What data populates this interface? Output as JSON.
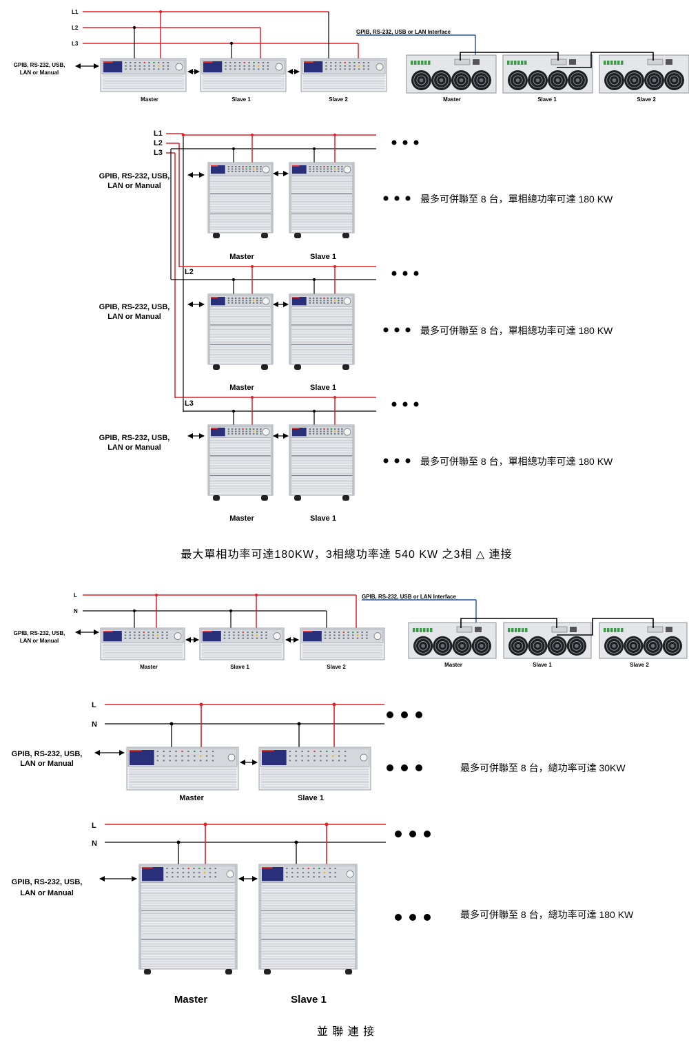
{
  "top3": {
    "lines": [
      "L1",
      "L2",
      "L3"
    ],
    "interface": "GPIB, RS-232, USB,\nLAN or Manual",
    "units": [
      "Master",
      "Slave 1",
      "Slave 2"
    ],
    "rear_interface": "GPIB, RS-232, USB or  LAN Interface",
    "rear_units": [
      "Master",
      "Slave 1",
      "Slave 2"
    ]
  },
  "delta": {
    "top_lines": [
      "L1",
      "L2",
      "L3"
    ],
    "mid_line": "L2",
    "bottom_line": "L3",
    "interface": "GPIB, RS-232, USB,\nLAN or Manual",
    "units": [
      "Master",
      "Slave 1"
    ],
    "note": "最多可併聯至 8 台，單相總功率可達 180 KW",
    "caption": "最大單相功率可達180KW，3相總功率達 540 KW 之3相 △ 連接"
  },
  "single": {
    "lines": [
      "L",
      "N"
    ],
    "interface": "GPIB, RS-232, USB,\nLAN or Manual",
    "units": [
      "Master",
      "Slave 1",
      "Slave 2"
    ],
    "rear_interface": "GPIB, RS-232, USB or  LAN Interface",
    "rear_units": [
      "Master",
      "Slave 1",
      "Slave 2"
    ],
    "mid_units": [
      "Master",
      "Slave 1"
    ],
    "mid_note": "最多可併聯至 8 台，總功率可達 30KW",
    "big_units": [
      "Master",
      "Slave 1"
    ],
    "big_note": "最多可併聯至 8 台，總功率可達 180 KW",
    "caption": "並 聯 連 接"
  },
  "colors": {
    "live": "#e31e24",
    "neutral": "#000000",
    "interface": "#1f4fa0",
    "chassis": "#e9ebee",
    "panel": "#2a2f7a"
  }
}
